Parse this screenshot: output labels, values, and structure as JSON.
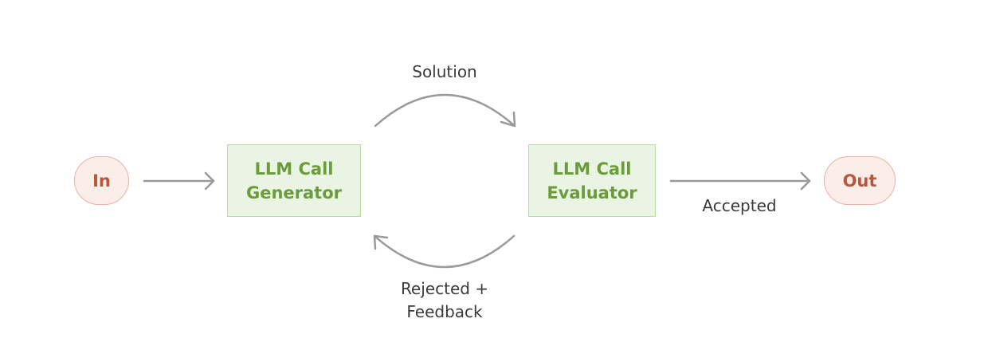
{
  "nodes": {
    "input": {
      "label": "In"
    },
    "generator": {
      "line1": "LLM Call",
      "line2": "Generator"
    },
    "evaluator": {
      "line1": "LLM Call",
      "line2": "Evaluator"
    },
    "output": {
      "label": "Out"
    }
  },
  "edges": {
    "solution": {
      "label": "Solution"
    },
    "accepted": {
      "label": "Accepted"
    },
    "rejected": {
      "line1": "Rejected +",
      "line2": "Feedback"
    }
  },
  "colors": {
    "pill_fill": "#fbeee8",
    "pill_border": "#e8b4a3",
    "pill_text": "#b8573c",
    "box_fill": "#eaf4e2",
    "box_border": "#b9dca6",
    "box_text": "#6a9c3c",
    "arrow": "#9a9a9a",
    "label_text": "#3a3a3a"
  }
}
